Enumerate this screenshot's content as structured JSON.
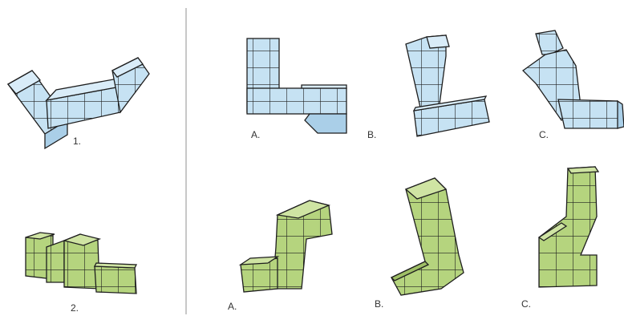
{
  "colors": {
    "blue_fill": "#c6e2f3",
    "green_fill": "#b5d47e",
    "edge": "#1e1e1e",
    "divider": "#c8c8c8"
  },
  "rows": [
    {
      "name": "blue",
      "reference_label": "1.",
      "option_labels": [
        "A.",
        "B.",
        "C."
      ]
    },
    {
      "name": "green",
      "reference_label": "2.",
      "option_labels": [
        "A.",
        "B.",
        "C."
      ]
    }
  ]
}
